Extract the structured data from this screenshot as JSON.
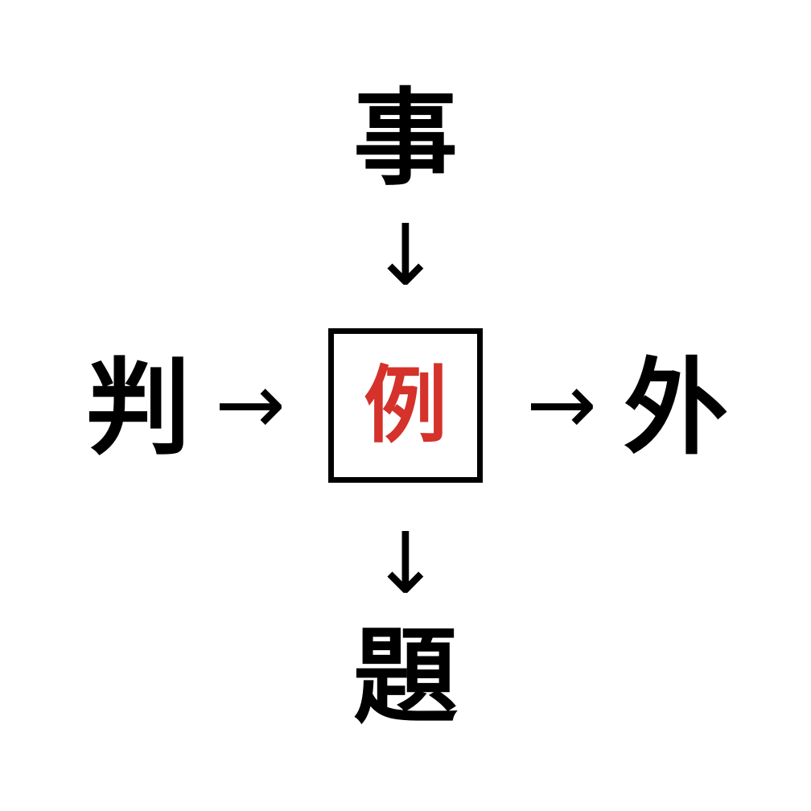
{
  "puzzle": {
    "type": "kanji-common-character-puzzle",
    "top_char": "事",
    "left_char": "判",
    "right_char": "外",
    "bottom_char": "題",
    "center_char": "例",
    "arrow_down_glyph": "↓",
    "arrow_right_glyph": "→",
    "colors": {
      "background": "#ffffff",
      "kanji": "#000000",
      "arrow": "#000000",
      "box_border": "#000000",
      "answer": "#d4322b"
    }
  }
}
